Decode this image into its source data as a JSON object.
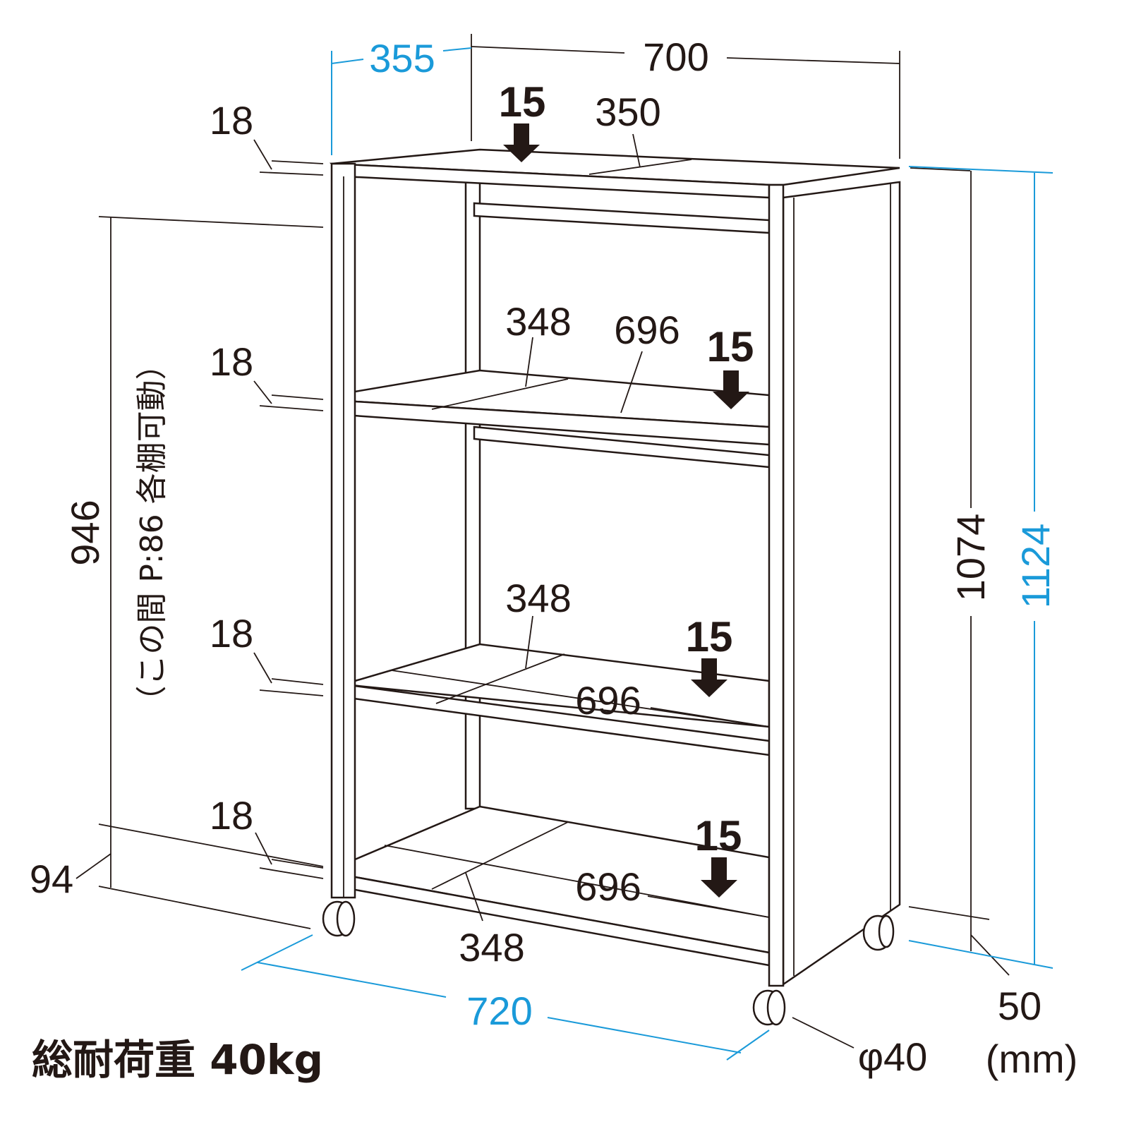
{
  "dimensions": {
    "depth_outer": "355",
    "width_top": "700",
    "top_arrow_thickness": "15",
    "top_depth": "350",
    "board_thickness_top": "18",
    "board_thickness_shelf1": "18",
    "board_thickness_shelf2": "18",
    "board_thickness_bottom": "18",
    "shelf1_depth": "348",
    "shelf1_width": "696",
    "shelf1_thickness": "15",
    "shelf2_depth": "348",
    "shelf2_thickness": "15",
    "shelf2_width": "696",
    "bottom_thickness": "15",
    "bottom_width": "696",
    "bottom_depth": "348",
    "inner_height": "946",
    "inner_note": "（この間 P:86 各棚可動）",
    "floor_clearance": "94",
    "body_height": "1074",
    "total_height": "1124",
    "caster_height": "50",
    "unit": "(mm)",
    "caster_diameter": "φ40",
    "total_width": "720"
  },
  "load_capacity": "総耐荷重 40kg",
  "colors": {
    "line": "#231815",
    "accent": "#1a9ad9"
  }
}
